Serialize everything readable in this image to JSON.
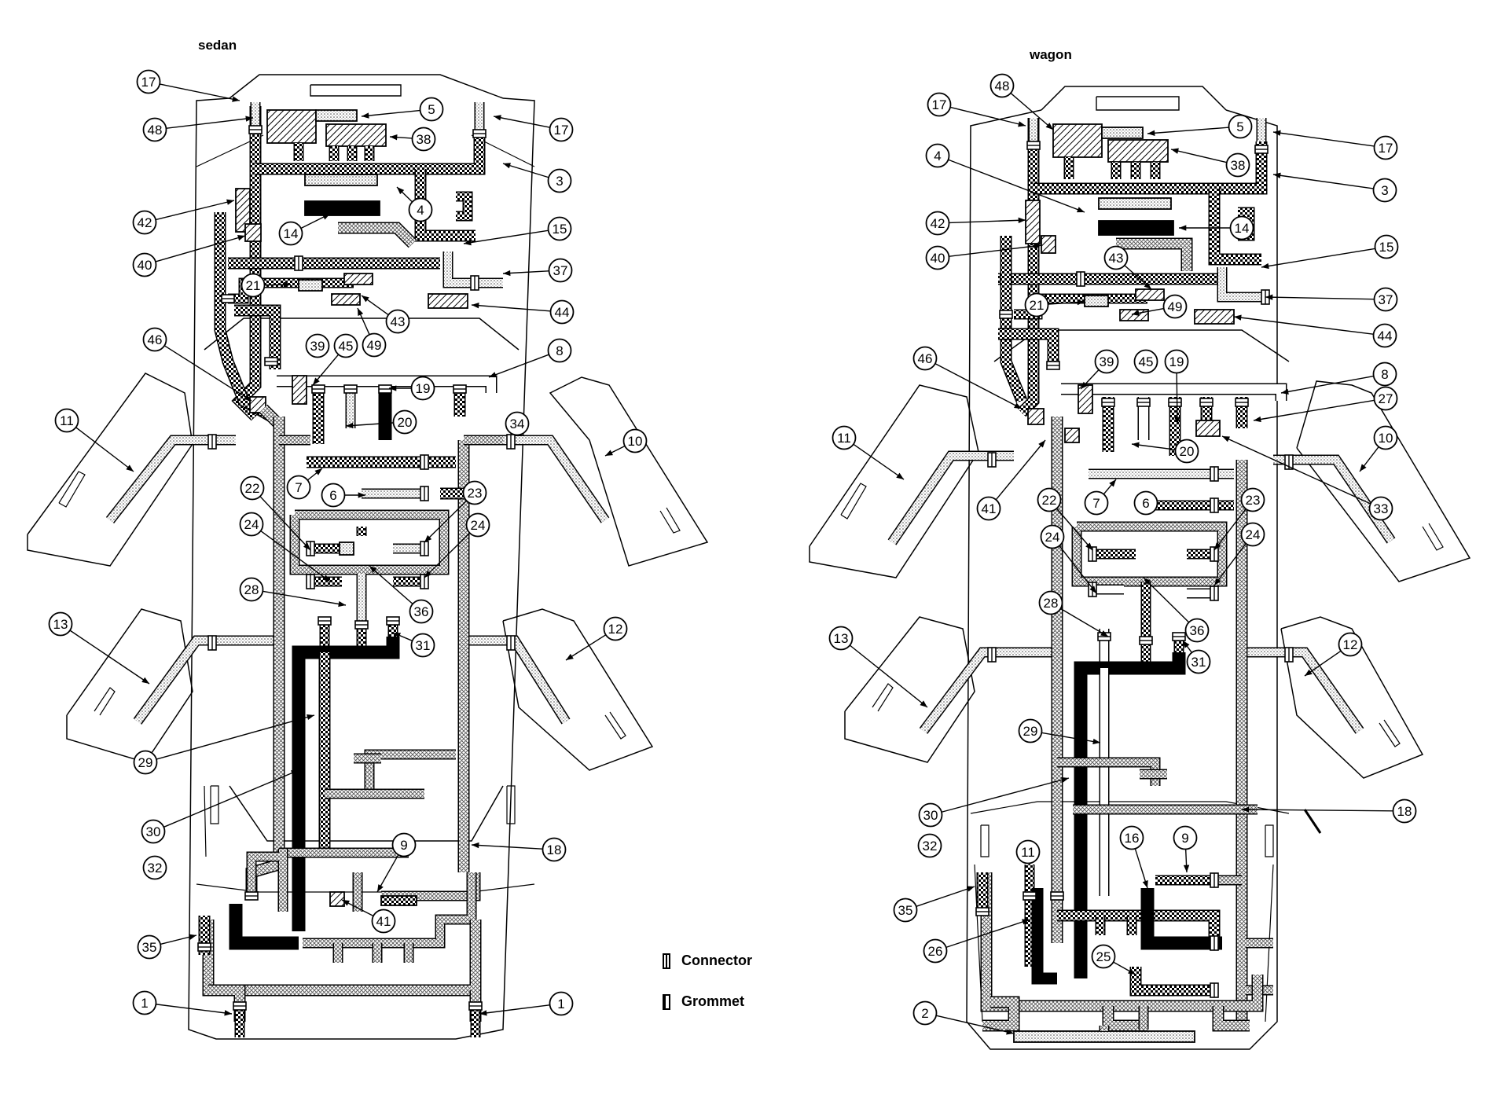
{
  "titles": {
    "sedan": "sedan",
    "wagon": "wagon"
  },
  "legend": {
    "connector": "Connector",
    "grommet": "Grommet"
  },
  "sedan_callouts": [
    "17",
    "48",
    "5",
    "38",
    "17",
    "3",
    "4",
    "42",
    "14",
    "40",
    "15",
    "37",
    "21",
    "44",
    "43",
    "49",
    "39",
    "45",
    "46",
    "8",
    "19",
    "11",
    "20",
    "34",
    "10",
    "7",
    "6",
    "22",
    "23",
    "24",
    "24",
    "36",
    "28",
    "13",
    "31",
    "12",
    "29",
    "30",
    "9",
    "18",
    "32",
    "41",
    "35",
    "1",
    "1"
  ],
  "wagon_callouts": [
    "48",
    "17",
    "17",
    "5",
    "4",
    "38",
    "3",
    "14",
    "42",
    "15",
    "40",
    "43",
    "37",
    "21",
    "49",
    "44",
    "46",
    "39",
    "45",
    "19",
    "8",
    "27",
    "11",
    "20",
    "10",
    "41",
    "33",
    "22",
    "7",
    "6",
    "23",
    "24",
    "24",
    "28",
    "36",
    "31",
    "13",
    "12",
    "29",
    "30",
    "16",
    "18",
    "32",
    "9",
    "11",
    "35",
    "26",
    "25",
    "2"
  ]
}
